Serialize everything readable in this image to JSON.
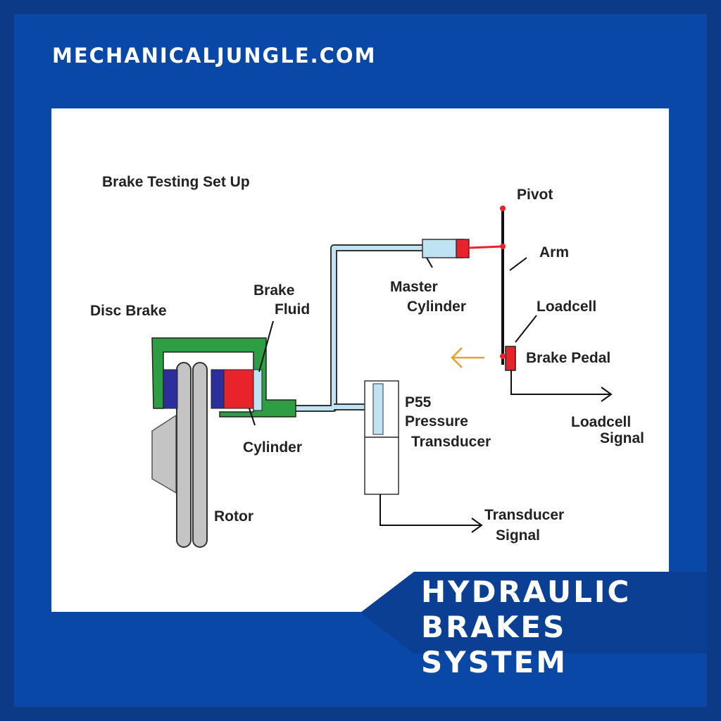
{
  "site_url": "MECHANICALJUNGLE.COM",
  "banner": {
    "line1": "HYDRAULIC",
    "line2": "BRAKES SYSTEM"
  },
  "diagram": {
    "title": "Brake Testing Set Up",
    "labels": {
      "pivot": "Pivot",
      "arm": "Arm",
      "master_1": "Master",
      "master_2": "Cylinder",
      "loadcell": "Loadcell",
      "brake_pedal": "Brake Pedal",
      "brake_fluid_1": "Brake",
      "brake_fluid_2": "Fluid",
      "disc_brake": "Disc Brake",
      "p55": "P55",
      "pressure": "Pressure",
      "transducer": "Transducer",
      "cylinder": "Cylinder",
      "loadcell_signal_1": "Loadcell",
      "loadcell_signal_2": "Signal",
      "rotor": "Rotor",
      "transducer_signal_1": "Transducer",
      "transducer_signal_2": "Signal"
    },
    "colors": {
      "caliper": "#2e9e45",
      "pad": "#2b2f9c",
      "piston": "#e8232b",
      "fluid": "#bfe3f2",
      "rotor": "#c4c4c4",
      "arrow": "#e8a030",
      "banner": "#0a3f94"
    }
  }
}
